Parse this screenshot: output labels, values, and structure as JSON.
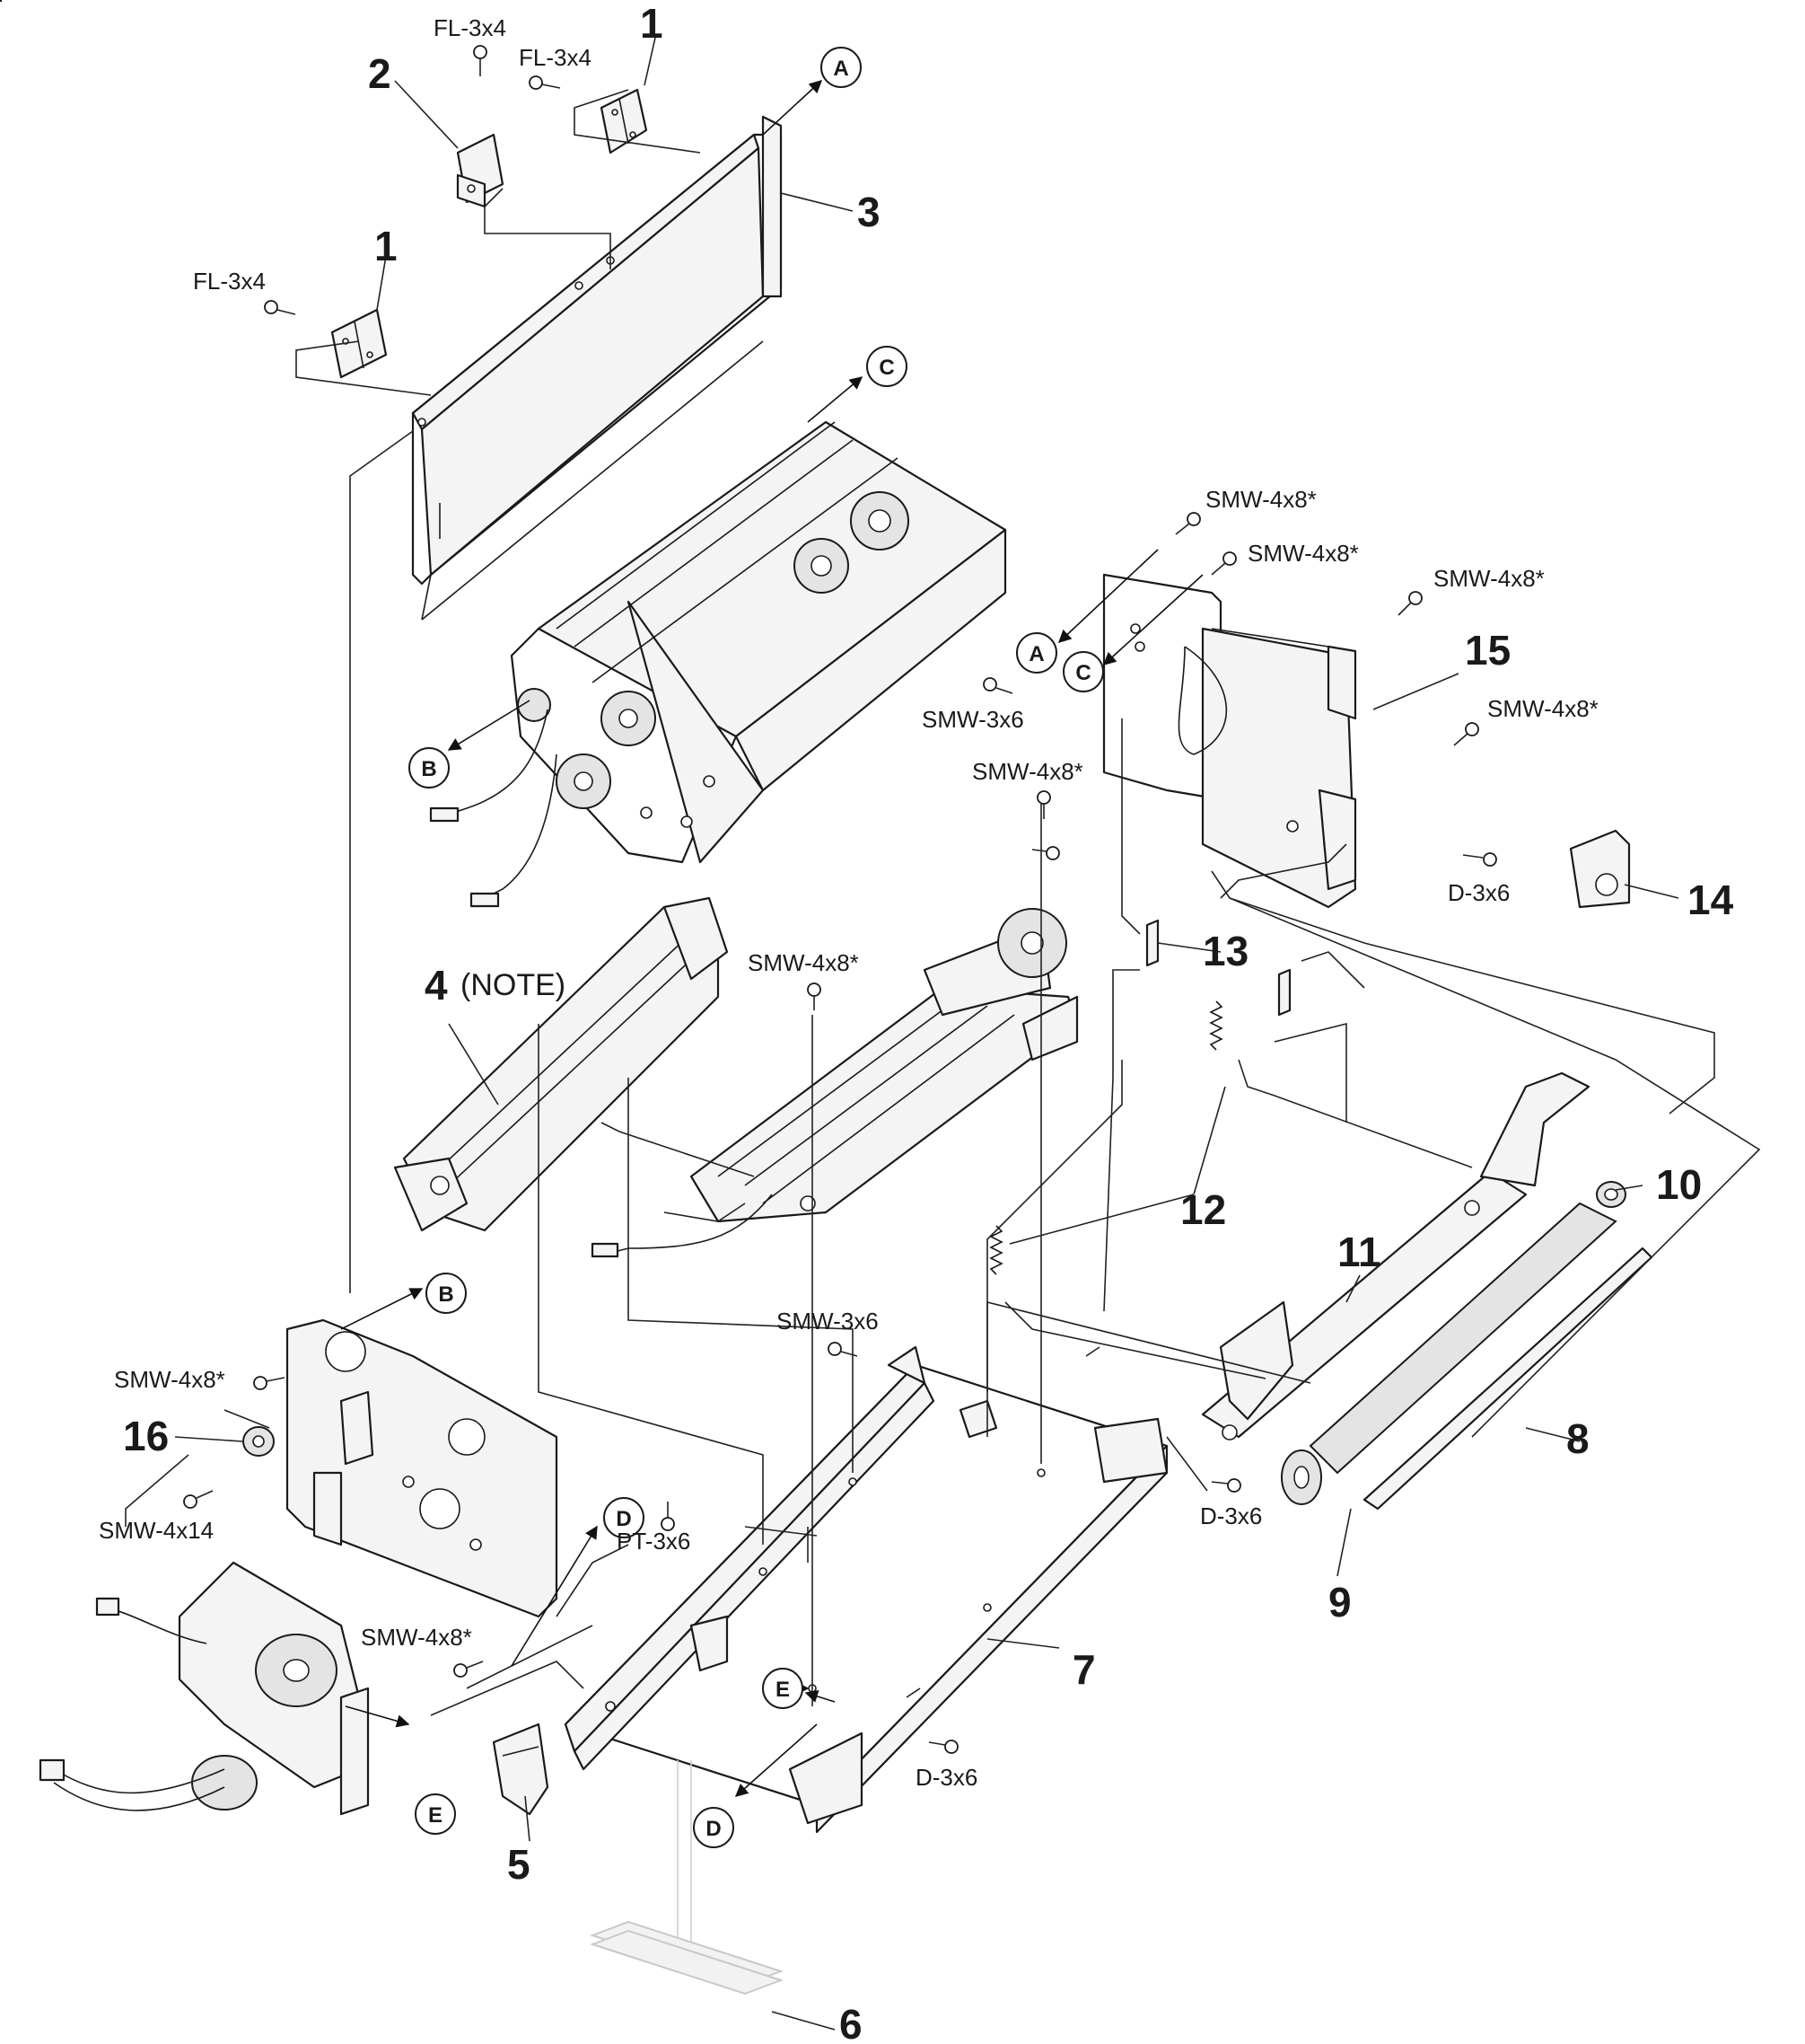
{
  "callouts": {
    "c1a": "1",
    "c1b": "1",
    "c2": "2",
    "c3": "3",
    "c4": "4",
    "c4_note": "(NOTE)",
    "c5": "5",
    "c6": "6",
    "c7": "7",
    "c8": "8",
    "c9": "9",
    "c10": "10",
    "c11": "11",
    "c12": "12",
    "c13": "13",
    "c14": "14",
    "c15": "15",
    "c16": "16"
  },
  "screws": {
    "s_fl_a": "FL-3x4",
    "s_fl_b": "FL-3x4",
    "s_fl_c": "FL-3x4",
    "s_smw48_a": "SMW-4x8*",
    "s_smw48_b": "SMW-4x8*",
    "s_smw48_c": "SMW-4x8*",
    "s_smw48_d": "SMW-4x8*",
    "s_smw48_e": "SMW-4x8*",
    "s_smw48_f": "SMW-4x8*",
    "s_smw48_g": "SMW-4x8*",
    "s_smw48_h": "SMW-4x8*",
    "s_smw36_a": "SMW-3x6",
    "s_smw36_b": "SMW-3x6",
    "s_d36_a": "D-3x6",
    "s_d36_b": "D-3x6",
    "s_d36_c": "D-3x6",
    "s_pt36": "PT-3x6",
    "s_smw414": "SMW-4x14"
  },
  "refs": {
    "ref_a1": "A",
    "ref_a2": "A",
    "ref_b1": "B",
    "ref_b2": "B",
    "ref_c1": "C",
    "ref_c2": "C",
    "ref_d1": "D",
    "ref_d2": "D",
    "ref_e1": "E",
    "ref_e2": "E"
  }
}
